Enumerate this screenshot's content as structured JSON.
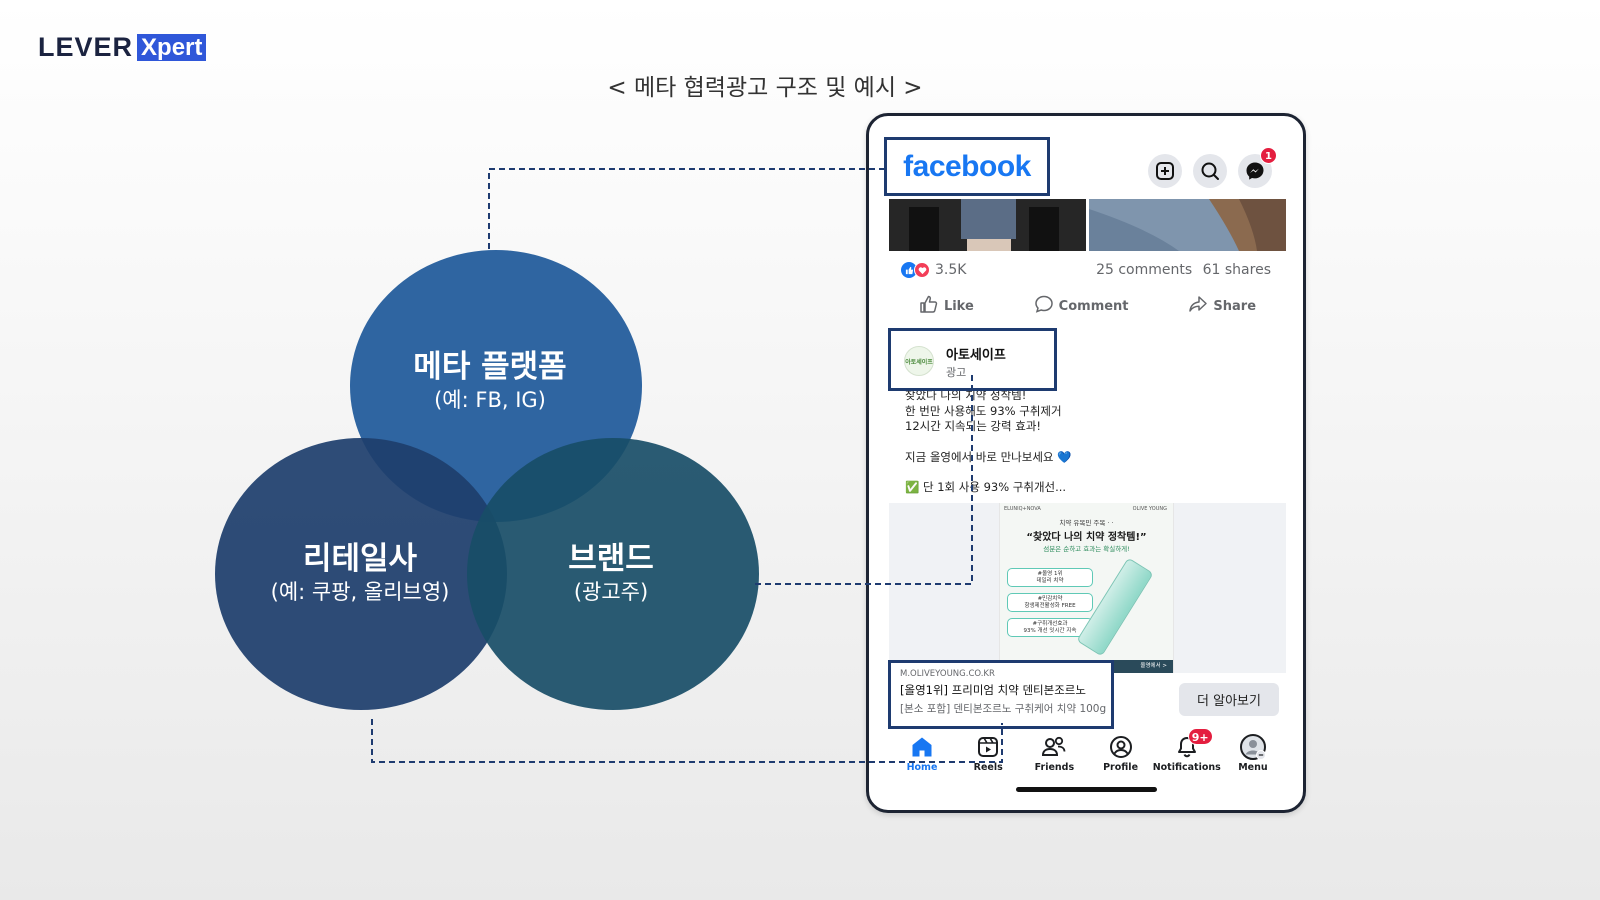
{
  "logo": {
    "lever": "LEVER",
    "xpert": "Xpert"
  },
  "page_title": "< 메타 협력광고 구조 및 예시 >",
  "venn": {
    "meta": {
      "title": "메타 플랫폼",
      "subtitle": "(예: FB, IG)",
      "color": "#2b629f"
    },
    "retailer": {
      "title": "리테일사",
      "subtitle": "(예: 쿠팡, 올리브영)",
      "color": "#1e3e6d"
    },
    "brand": {
      "title": "브랜드",
      "subtitle": "(광고주)",
      "color": "#184d67"
    }
  },
  "phone": {
    "app_logo": "facebook",
    "top_icons": [
      "plus-square-icon",
      "search-icon",
      "messenger-icon"
    ],
    "messenger_badge": "1",
    "post": {
      "reaction_count": "3.5K",
      "comments": "25 comments",
      "shares": "61 shares",
      "actions": {
        "like": "Like",
        "comment": "Comment",
        "share": "Share"
      }
    },
    "ad": {
      "advertiser_logo_text": "아토세이프",
      "advertiser_name": "아토세이프",
      "sponsored_label": "광고",
      "body_lines": [
        "찾았다 나의 치약 정착템!",
        "한 번만 사용해도 93% 구취제거",
        "12시간 지속되는 강력 효과!",
        "",
        "지금 올영에서 바로 만나보세요 💙",
        "",
        "✅ 단 1회 사용 93% 구취개선..."
      ],
      "creative": {
        "brand_left": "ELUNIQ+NOVA",
        "brand_right": "OLIVE YOUNG",
        "kicker": "치약 유목민 주목 · ·",
        "headline": "“찾았다 나의 치약 정착템!”",
        "subline": "섬분은 순하고 효과는 확실하게!",
        "tags": [
          "#올영 1위\n데일리 치약",
          "#민감치약\n항생제전활성화 FREE",
          "#구취개선효과\n93% 개선 잇시간 지속"
        ],
        "footer": "올영에서 >"
      },
      "link": {
        "domain": "M.OLIVEYOUNG.CO.KR",
        "title": "[올영1위] 프리미엄 치약 덴티본조르노",
        "description": "[본소 포함] 덴티본조르노 구취케어 치약 100g"
      },
      "cta": "더 알아보기"
    },
    "nav": [
      {
        "label": "Home",
        "icon": "home-icon",
        "active": true
      },
      {
        "label": "Reels",
        "icon": "reels-icon",
        "active": false
      },
      {
        "label": "Friends",
        "icon": "friends-icon",
        "active": false
      },
      {
        "label": "Profile",
        "icon": "profile-icon",
        "active": false
      },
      {
        "label": "Notifications",
        "icon": "bell-icon",
        "active": false,
        "badge": "9+"
      },
      {
        "label": "Menu",
        "icon": "menu-avatar-icon",
        "active": false
      }
    ]
  },
  "colors": {
    "accent": "#1877f2",
    "highlight_box": "#1e3b70",
    "connector": "#1e3b70",
    "badge": "#e41e3f"
  }
}
